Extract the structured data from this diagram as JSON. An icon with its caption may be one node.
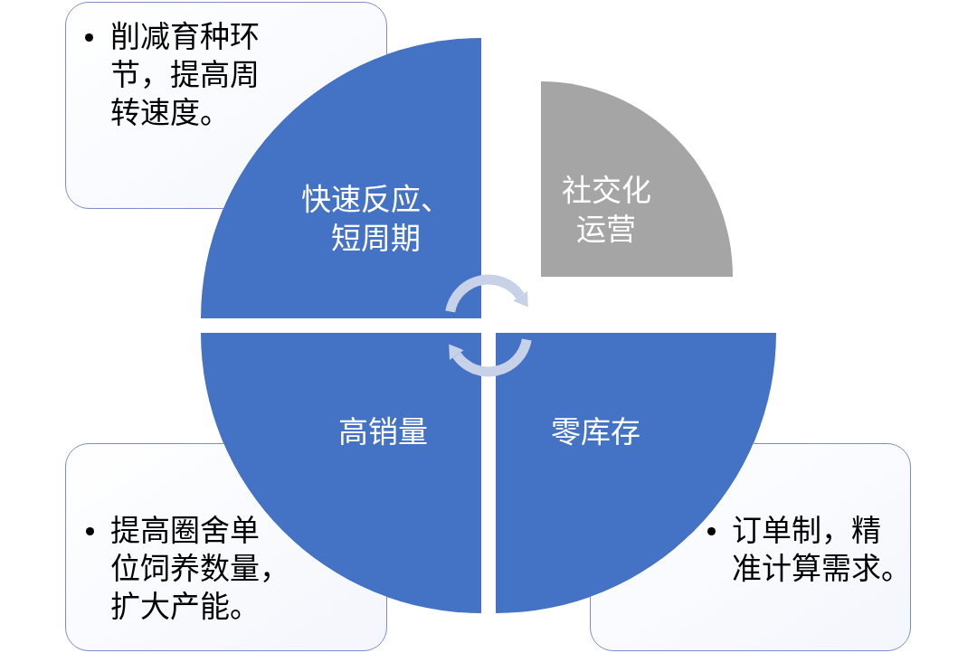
{
  "diagram": {
    "nodes": [
      {
        "text": [
          "削减育种环节，提高周转速度。"
        ]
      },
      {
        "text": [
          "快速反应、短周期"
        ]
      },
      {
        "text": [
          "社交化运营"
        ]
      },
      {
        "text": [
          "高销量"
        ]
      },
      {
        "text": [
          "零库存"
        ]
      },
      {
        "text": [
          "提高圈舍单位饲养数量，扩大产能。"
        ]
      },
      {
        "text": [
          "订单制，精准计算需求。"
        ]
      }
    ],
    "edges": [
      {
        "from": 1,
        "to": 2,
        "arrow": "to"
      },
      {
        "from": 4,
        "to": 3,
        "arrow": "to"
      }
    ]
  }
}
